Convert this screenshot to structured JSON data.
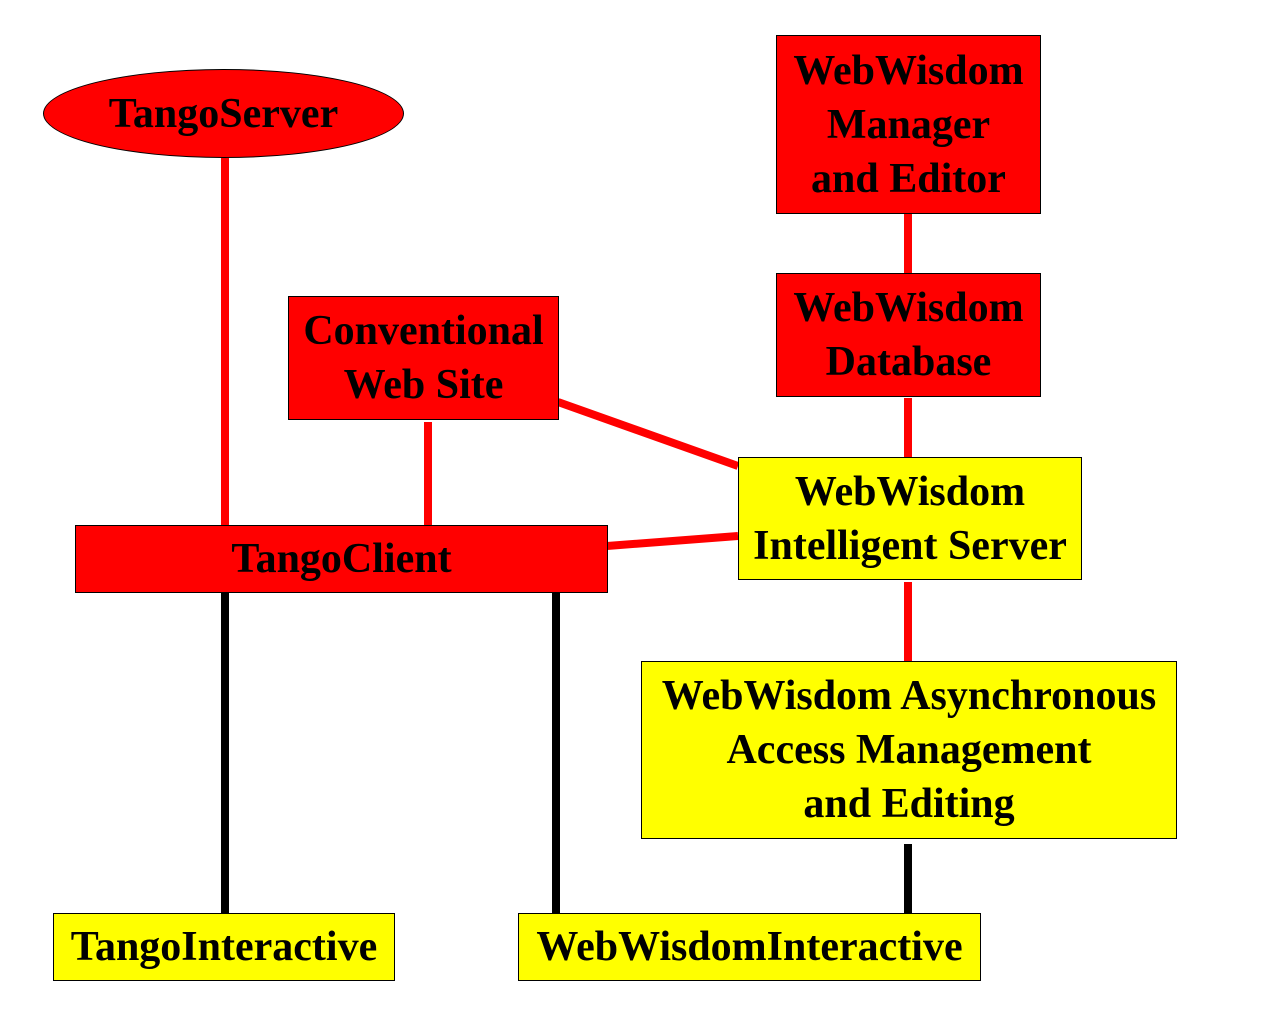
{
  "colors": {
    "server_fill": "#ff0000",
    "client_fill": "#ffff00",
    "red_link": "#ff0000",
    "black_link": "#000000",
    "border": "#000000"
  },
  "nodes": {
    "tango_server": {
      "lines": [
        "TangoServer"
      ],
      "shape": "ellipse",
      "fill": "red"
    },
    "webwisdom_manager_editor": {
      "lines": [
        "WebWisdom",
        "Manager",
        "and Editor"
      ],
      "shape": "rectangle",
      "fill": "red"
    },
    "conventional_web_site": {
      "lines": [
        "Conventional",
        "Web Site"
      ],
      "shape": "rectangle",
      "fill": "red"
    },
    "webwisdom_database": {
      "lines": [
        "WebWisdom",
        "Database"
      ],
      "shape": "rectangle",
      "fill": "red"
    },
    "webwisdom_intelligent_server": {
      "lines": [
        "WebWisdom",
        "Intelligent Server"
      ],
      "shape": "rectangle",
      "fill": "yellow"
    },
    "tango_client": {
      "lines": [
        "TangoClient"
      ],
      "shape": "rectangle",
      "fill": "red"
    },
    "webwisdom_async": {
      "lines": [
        "WebWisdom Asynchronous",
        "Access Management",
        "and Editing"
      ],
      "shape": "rectangle",
      "fill": "yellow"
    },
    "tango_interactive": {
      "lines": [
        "TangoInteractive"
      ],
      "shape": "rectangle",
      "fill": "yellow"
    },
    "webwisdom_interactive": {
      "lines": [
        "WebWisdomInteractive"
      ],
      "shape": "rectangle",
      "fill": "yellow"
    }
  },
  "edges": [
    {
      "from": "tango_server",
      "to": "tango_client",
      "color": "red"
    },
    {
      "from": "conventional_web_site",
      "to": "tango_client",
      "color": "red"
    },
    {
      "from": "conventional_web_site",
      "to": "webwisdom_intelligent_server",
      "color": "red"
    },
    {
      "from": "webwisdom_manager_editor",
      "to": "webwisdom_database",
      "color": "red"
    },
    {
      "from": "webwisdom_database",
      "to": "webwisdom_intelligent_server",
      "color": "red"
    },
    {
      "from": "tango_client",
      "to": "webwisdom_intelligent_server",
      "color": "red"
    },
    {
      "from": "webwisdom_intelligent_server",
      "to": "webwisdom_async",
      "color": "red"
    },
    {
      "from": "tango_client",
      "to": "tango_interactive",
      "color": "black"
    },
    {
      "from": "tango_client",
      "to": "webwisdom_interactive",
      "color": "black"
    },
    {
      "from": "webwisdom_async",
      "to": "webwisdom_interactive",
      "color": "black"
    }
  ]
}
